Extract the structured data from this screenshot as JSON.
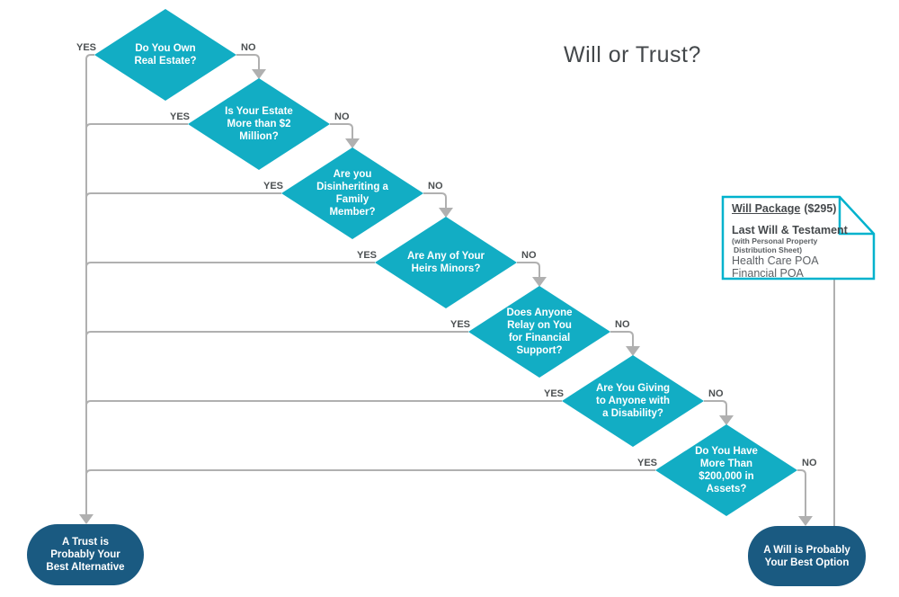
{
  "title": "Will or Trust?",
  "colors": {
    "diamond_fill": "#12adc4",
    "terminal_fill": "#1a5a81",
    "note_border": "#00b2cd",
    "connector": "#b0b0b0",
    "edge_label_text": "#4c5052",
    "diamond_text": "#ffffff",
    "title_text": "#44484b",
    "note_text_dark": "#45494c",
    "note_text_gray": "#5d6165"
  },
  "decisions": [
    {
      "question": "Do You Own Real Estate?",
      "lines": [
        "Do You Own",
        "Real Estate?"
      ],
      "yes": "YES",
      "no": "NO"
    },
    {
      "question": "Is Your Estate More than $2 Million?",
      "lines": [
        "Is Your Estate",
        "More than $2",
        "Million?"
      ],
      "yes": "YES",
      "no": "NO"
    },
    {
      "question": "Are you Disinheriting a Family Member?",
      "lines": [
        "Are you",
        "Disinheriting a",
        "Family",
        "Member?"
      ],
      "yes": "YES",
      "no": "NO"
    },
    {
      "question": "Are Any of Your Heirs Minors?",
      "lines": [
        "Are Any of Your",
        "Heirs Minors?"
      ],
      "yes": "YES",
      "no": "NO"
    },
    {
      "question": "Does Anyone Relay on You for Financial Support?",
      "lines": [
        "Does Anyone",
        "Relay on You",
        "for Financial",
        "Support?"
      ],
      "yes": "YES",
      "no": "NO"
    },
    {
      "question": "Are You Giving to Anyone with a Disability?",
      "lines": [
        "Are You Giving",
        "to Anyone with",
        "a Disability?"
      ],
      "yes": "YES",
      "no": "NO"
    },
    {
      "question": "Do You Have More Than $200,000 in Assets?",
      "lines": [
        "Do You Have",
        "More Than",
        "$200,000 in",
        "Assets?"
      ],
      "yes": "YES",
      "no": "NO"
    }
  ],
  "outcomes": {
    "trust": {
      "text": "A Trust is Probably Your Best Alternative",
      "lines": [
        "A Trust is",
        "Probably Your",
        "Best Alternative"
      ]
    },
    "will": {
      "text": "A Will is Probably Your Best Option",
      "lines": [
        "A Will is Probably",
        "Your Best Option"
      ]
    }
  },
  "note": {
    "title_underlined": "Will Package",
    "title_rest": "($295)",
    "item1": "Last Will & Testament",
    "item1_sub1": "(with Personal Property",
    "item1_sub2": "Distribution Sheet)",
    "item2": "Health Care POA",
    "item3": "Financial POA"
  }
}
